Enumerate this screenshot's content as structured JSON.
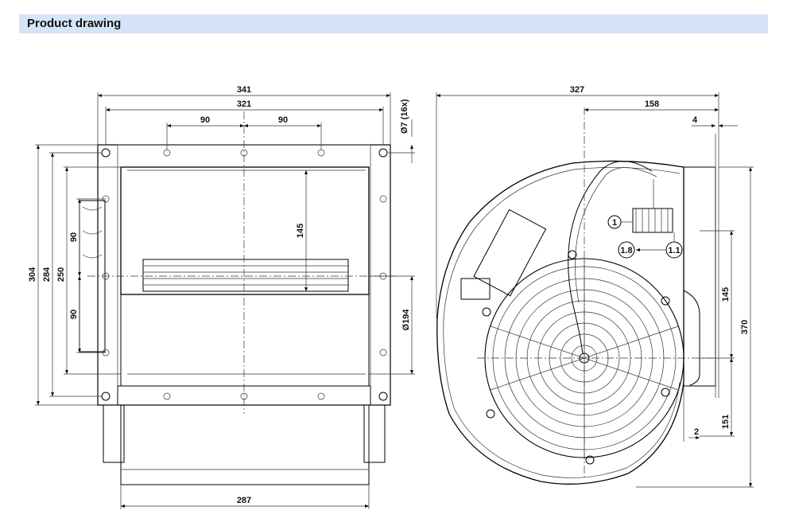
{
  "header": {
    "title": "Product drawing"
  },
  "front_view": {
    "dim_341": "341",
    "dim_321": "321",
    "dim_90_left": "90",
    "dim_90_right": "90",
    "dim_hole": "Ø7 (16x)",
    "dim_145": "145",
    "dim_304": "304",
    "dim_284": "284",
    "dim_250": "250",
    "dim_90_upper": "90",
    "dim_90_lower": "90",
    "dim_194": "Ø194",
    "dim_287": "287"
  },
  "side_view": {
    "dim_327": "327",
    "dim_158": "158",
    "dim_4": "4",
    "dim_145": "145",
    "dim_370": "370",
    "dim_151": "151",
    "dim_2": "2",
    "label_1": "1",
    "label_1_8": "1.8",
    "label_1_1": "1.1"
  }
}
